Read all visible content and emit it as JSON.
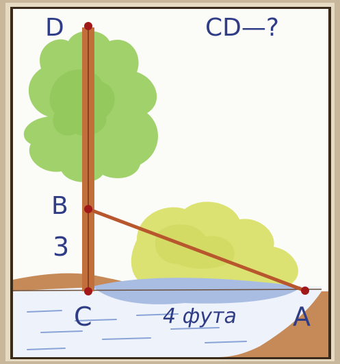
{
  "labels": {
    "point_d": "D",
    "point_b": "B",
    "point_c": "C",
    "point_a": "A",
    "segment_bc_value": "3",
    "segment_ca_value": "4 фута",
    "question": "CD—?"
  },
  "colors": {
    "frame_outer": "#c8b79a",
    "frame_inner": "#3a2a1a",
    "paper": "#fbfbf8",
    "tree_crown": "#9ccf63",
    "bush": "#d9e06a",
    "trunk": "#c2703b",
    "rope": "#b8562e",
    "point_dot": "#a01818",
    "water": "#a9bde3",
    "ground": "#c58a57",
    "ink": "#2f3c86"
  },
  "icons": [
    "tree-icon",
    "bush-icon",
    "water-icon",
    "ground-icon"
  ]
}
